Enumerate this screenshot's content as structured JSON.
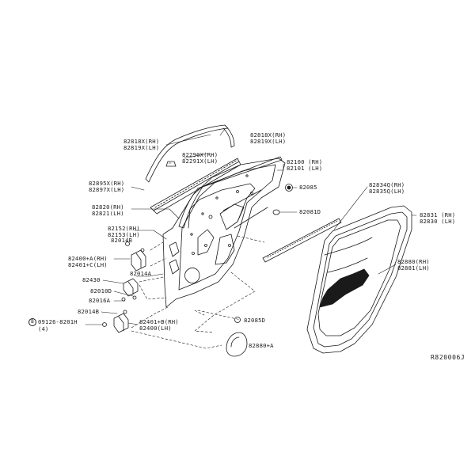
{
  "parts": {
    "sash_moulding": {
      "rh": "82818X(RH)",
      "lh": "82819X(LH)"
    },
    "outer_sash_finisher": {
      "rh": "82818X(RH)",
      "lh": "82819X(LH)"
    },
    "inner_sash_trim": {
      "rh": "82290X(RH)",
      "lh": "82291X(LH)"
    },
    "glass_run": {
      "rh": "82895X(RH)",
      "lh": "82897X(LH)"
    },
    "upper_sash_seal": {
      "rh": "82820(RH)",
      "lh": "82821(LH)"
    },
    "door_panel": {
      "rh": "82100 (RH)",
      "lh": "82101 (LH)"
    },
    "door_plug": {
      "code": "82085"
    },
    "lower_hinge_seal": {
      "rh": "82152(RH)",
      "lh": "82153(LH)"
    },
    "hinge_bolt_upper": {
      "code": "82014B"
    },
    "upper_hinge": {
      "rh": "82400+A(RH)",
      "lh": "82401+C(LH)"
    },
    "hinge_washer": {
      "code": "82014A"
    },
    "check_link": {
      "code": "82430"
    },
    "hinge_pin": {
      "code": "82010D"
    },
    "hinge_spacer": {
      "code": "82016A"
    },
    "hinge_bolt_lower": {
      "code": "82014B"
    },
    "lower_hinge": {
      "rh": "82401+B(RH)",
      "lh": "82400(LH)"
    },
    "hinge_fastener": {
      "symbol": "B",
      "code": "09126-8201H",
      "qty": "(4)"
    },
    "weatherstrip_outer": {
      "rh": "82834Q(RH)",
      "lh": "82835Q(LH)"
    },
    "weatherstrip_main": {
      "rh": "82831 (RH)",
      "lh": "82830 (LH)"
    },
    "grommet": {
      "code": "82081D"
    },
    "door_sealing_screen": {
      "rh": "82880(RH)",
      "lh": "82881(LH)"
    },
    "bumper": {
      "code": "82085D"
    },
    "access_cover": {
      "code": "82880+A"
    }
  },
  "reference_code": "R820006J"
}
